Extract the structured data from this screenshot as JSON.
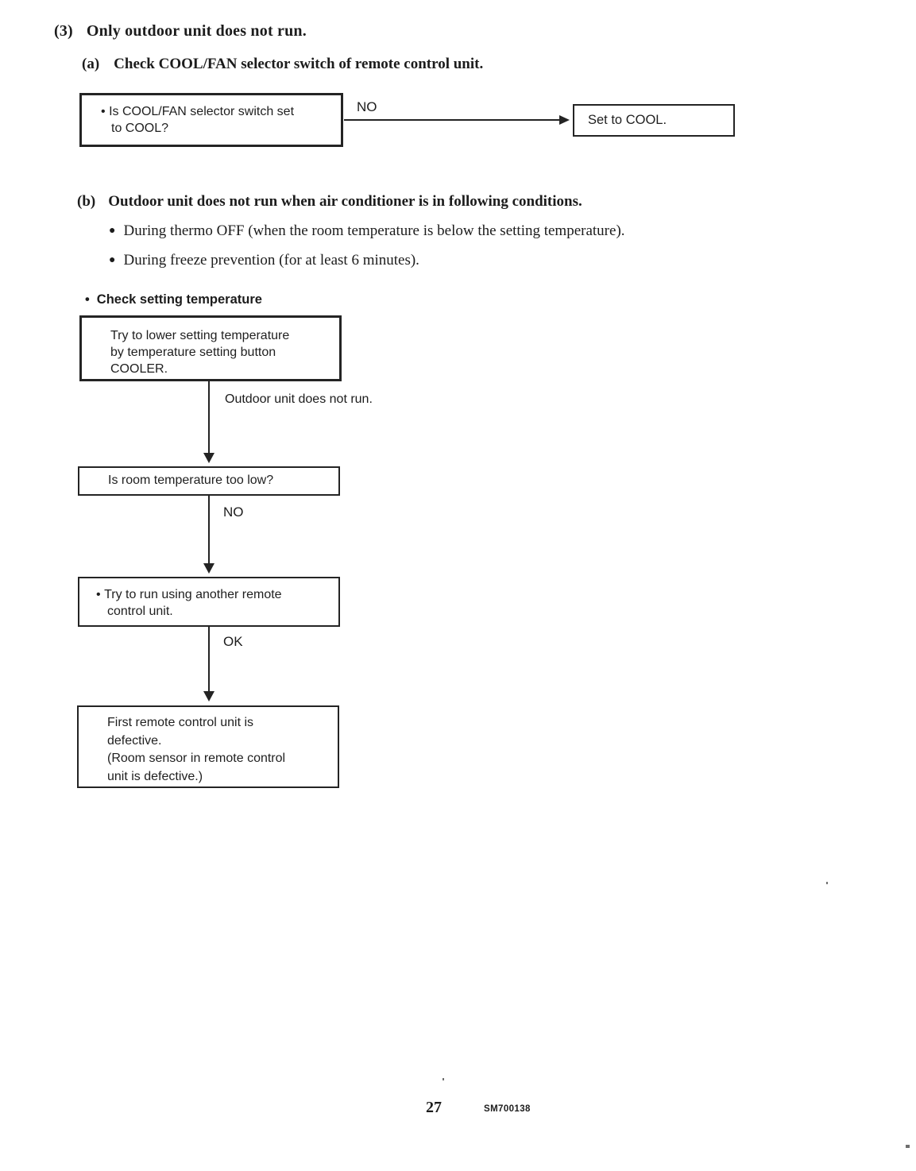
{
  "colors": {
    "ink": "#1c1c1c",
    "paper": "#ffffff"
  },
  "header": {
    "section_label": "(3)",
    "section_title": "Only outdoor unit does not run."
  },
  "sub_a": {
    "label": "(a)",
    "title": "Check COOL/FAN selector switch of remote control unit."
  },
  "flowchart_a": {
    "question_box": {
      "bullet": "•",
      "line1": "Is COOL/FAN selector switch set",
      "line2": "to COOL?"
    },
    "no_label": "NO",
    "result_box": {
      "text": "Set to COOL."
    }
  },
  "sub_b": {
    "label": "(b)",
    "title": "Outdoor unit does not run when air conditioner is in following conditions.",
    "bullets": [
      {
        "glyph": "●",
        "text": "During thermo OFF (when the room temperature is below the setting temperature)."
      },
      {
        "glyph": "●",
        "text": "During freeze prevention (for at least 6 minutes)."
      }
    ]
  },
  "check_section": {
    "bullet": "•",
    "heading": "Check setting temperature"
  },
  "flowchart_b": {
    "box1": {
      "line1": "Try to lower setting temperature",
      "line2": "by temperature setting button",
      "line3": "COOLER."
    },
    "label1": "Outdoor unit does not run.",
    "box2": {
      "text": "Is room temperature too low?"
    },
    "no_label": "NO",
    "box3": {
      "bullet": "•",
      "line1": "Try to run using another remote",
      "line2": "control unit."
    },
    "ok_label": "OK",
    "box4": {
      "line1": "First remote control unit is",
      "line2": "defective.",
      "line3": "(Room sensor in remote control",
      "line4": "unit is defective.)"
    }
  },
  "footer": {
    "page_number": "27",
    "doc_code": "SM700138"
  }
}
